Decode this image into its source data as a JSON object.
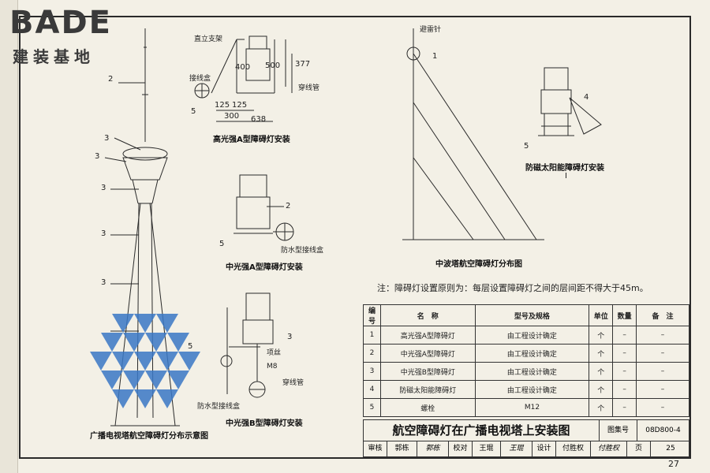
{
  "logo": {
    "main": "BADE",
    "sub": "建装基地"
  },
  "drawings": {
    "tv_tower": {
      "caption": "广播电视塔航空障碍灯分布示意图",
      "callouts": {
        "c2": "2",
        "c3a": "3",
        "c3b": "3",
        "c3c": "3",
        "c3d": "3",
        "c3e": "3"
      }
    },
    "high_a": {
      "caption": "高光强A型障碍灯安装",
      "labels": {
        "bracket": "直立支架",
        "junction": "接线盒",
        "conduit": "穿线管"
      },
      "dims": {
        "d400": "400",
        "d500": "500",
        "d377": "377",
        "d125a": "125",
        "d125b": "125",
        "d300": "300",
        "d638": "638"
      },
      "callouts": {
        "c5": "5"
      }
    },
    "mid_a": {
      "caption": "中光强A型障碍灯安装",
      "labels": {
        "box": "防水型接线盒"
      },
      "callouts": {
        "c2": "2",
        "c5": "5"
      }
    },
    "mid_b": {
      "caption": "中光强B型障碍灯安装",
      "labels": {
        "clamp": "项丝",
        "bolt": "M8",
        "conduit": "穿线管",
        "box": "防水型接线盒"
      },
      "callouts": {
        "c3": "3",
        "c5": "5"
      }
    },
    "mw_tower": {
      "caption": "中波塔航空障碍灯分布图",
      "labels": {
        "rod": "避雷针"
      },
      "callouts": {
        "c1": "1"
      }
    },
    "solar": {
      "caption": "防磁太阳能障碍灯安装",
      "sub": "I",
      "callouts": {
        "c4": "4",
        "c5": "5"
      }
    }
  },
  "note": "注：障碍灯设置原则为：每层设置障碍灯之间的层间距不得大于45m。",
  "table": {
    "headers": [
      "编号",
      "名　称",
      "型号及规格",
      "单位",
      "数量",
      "备　注"
    ],
    "rows": [
      [
        "1",
        "高光强A型障碍灯",
        "由工程设计确定",
        "个",
        "–",
        "–"
      ],
      [
        "2",
        "中光强A型障碍灯",
        "由工程设计确定",
        "个",
        "–",
        "–"
      ],
      [
        "3",
        "中光强B型障碍灯",
        "由工程设计确定",
        "个",
        "–",
        "–"
      ],
      [
        "4",
        "防磁太阳能障碍灯",
        "由工程设计确定",
        "个",
        "–",
        "–"
      ],
      [
        "5",
        "螺栓",
        "M12",
        "个",
        "–",
        "–"
      ]
    ]
  },
  "title_block": {
    "title": "航空障碍灯在广播电视塔上安装图",
    "atlas_label": "图集号",
    "atlas_value": "08D800-4",
    "sig": [
      "审核",
      "郭栋",
      "郭栋",
      "校对",
      "王琨",
      "王琨",
      "设计",
      "付胜权",
      "付胜权",
      "页",
      "25"
    ]
  },
  "page_number": "27"
}
